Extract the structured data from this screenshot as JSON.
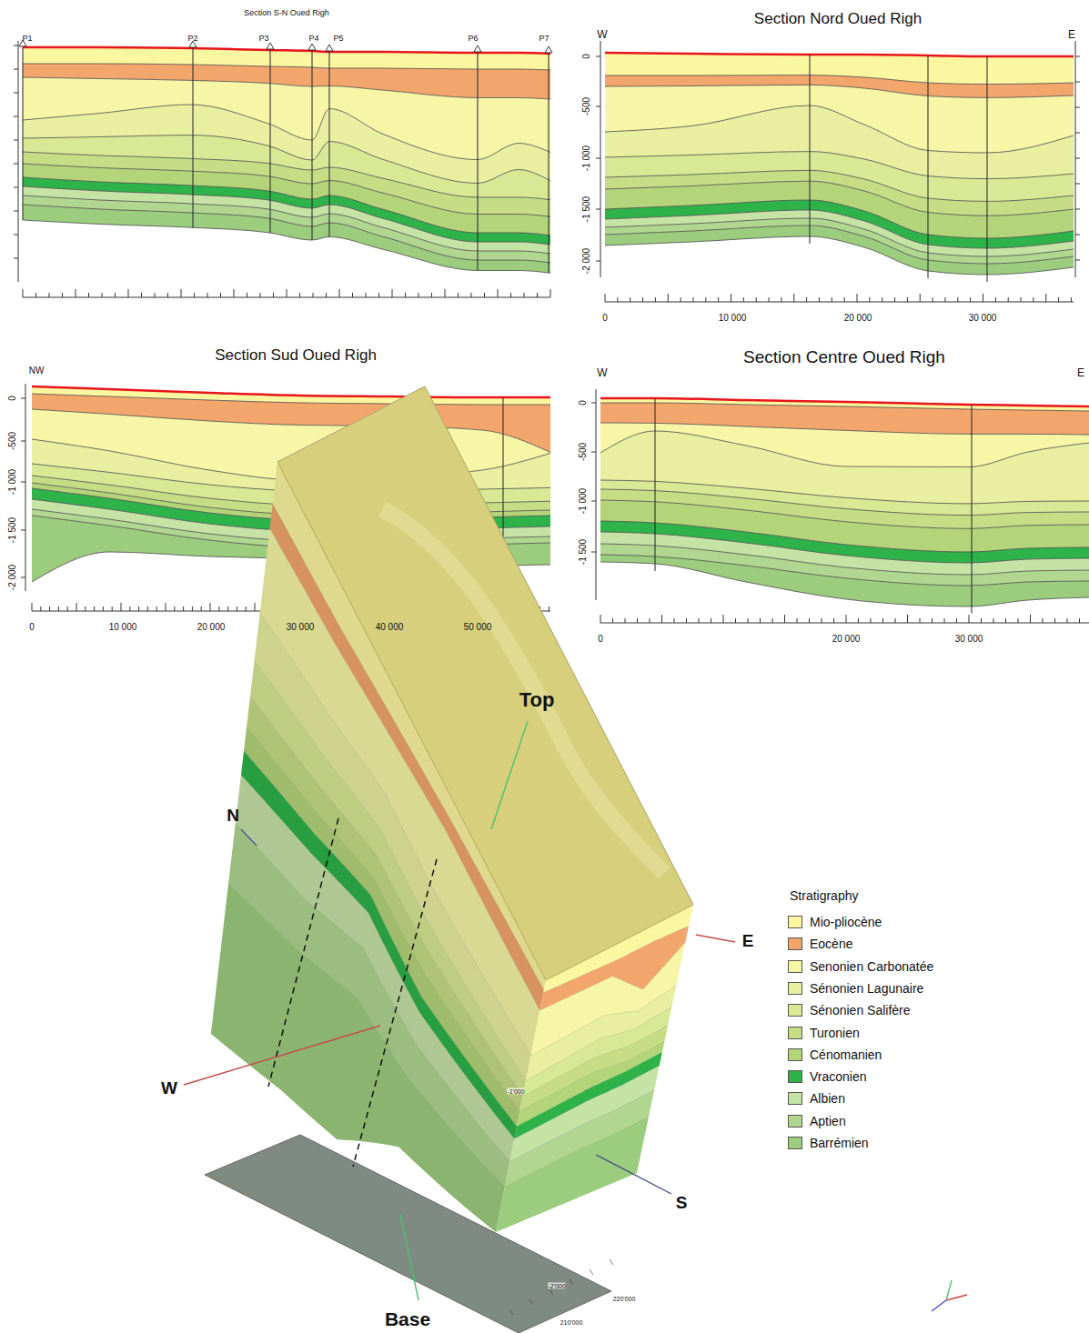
{
  "diagram": {
    "labels": [
      "Section S-N Oued Righ",
      "P1",
      "P2",
      "P3",
      "P4",
      "P5",
      "P6",
      "P7",
      "Section Nord Oued Righ",
      "W",
      "E",
      "0",
      "-500",
      "-1 000",
      "-1 500",
      "-2 000",
      "0",
      "10 000",
      "20 000",
      "30 000",
      "Section Sud Oued Righ",
      "NW",
      "0",
      "-500",
      "-1 000",
      "-1 500",
      "-2 000",
      "0",
      "10 000",
      "20 000",
      "30 000",
      "40 000",
      "50 000",
      "Section Centre Oued Righ",
      "W",
      "E",
      "0",
      "-500",
      "-1 000",
      "-1 500",
      "0",
      "20 000",
      "30 000",
      "Top",
      "N",
      "E",
      "W",
      "S",
      "Base",
      "-1'000",
      "-2'000",
      "210'000",
      "220'000",
      "Stratigraphy"
    ],
    "legend": [
      {
        "text": "Mio-pliocène",
        "color": "#fbf6a0"
      },
      {
        "text": "Eocène",
        "color": "#f2a66c"
      },
      {
        "text": "Senonien Carbonatée",
        "color": "#f6f6a6"
      },
      {
        "text": "Sénonien Lagunaire",
        "color": "#e8efa0"
      },
      {
        "text": "Sénonien Salifère",
        "color": "#d8e894"
      },
      {
        "text": "Turonien",
        "color": "#c6dd86"
      },
      {
        "text": "Cénomanien",
        "color": "#b4d47a"
      },
      {
        "text": "Vraconien",
        "color": "#2db34a"
      },
      {
        "text": "Albien",
        "color": "#c6e3a6"
      },
      {
        "text": "Aptien",
        "color": "#b0d690"
      },
      {
        "text": "Barrémien",
        "color": "#9ccc7e"
      }
    ]
  }
}
